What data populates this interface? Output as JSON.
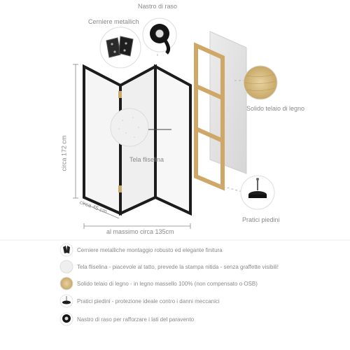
{
  "callouts": {
    "hinges": "Cerniere metallich",
    "ribbon": "Nastro di raso",
    "frame": "Solido telaio di legno",
    "fabric": "Tela fliselina",
    "feet": "Pratici piedini"
  },
  "dimensions": {
    "height": "circa 172 cm",
    "depth": "circa 45 cm",
    "width": "al massimo circa 135cm"
  },
  "legend": [
    {
      "icon": "hinge-icon",
      "text": "Cerniere metalliche montaggio robusto ed elegante finitura"
    },
    {
      "icon": "fabric-icon",
      "text": "Tela fliselina - piacevole al tatto, prevede la stampa nitida - senza graffette visibili!"
    },
    {
      "icon": "wood-icon",
      "text": "Solido telaio di legno - in legno massello 100% (non compensato o OSB)"
    },
    {
      "icon": "foot-icon",
      "text": "Pratici piedini - protezione ideale contro i danni meccanici"
    },
    {
      "icon": "ribbon-icon",
      "text": "Nastro di raso per rafforzare i lati del paravento"
    }
  ],
  "colors": {
    "frame_wood": "#e2c99a",
    "panel_border": "#1a1a1a",
    "panel_fill": "#f4f4f4",
    "text": "#8a8a8a"
  }
}
